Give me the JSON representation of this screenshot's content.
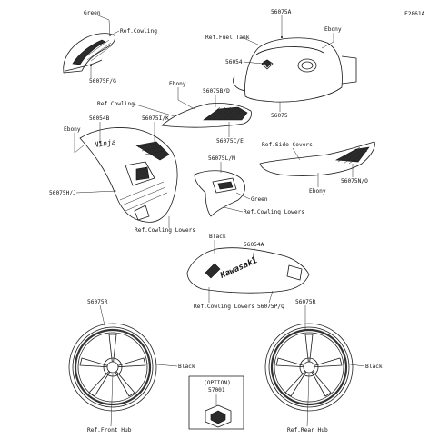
{
  "diagram_code": "F2861A",
  "labels": {
    "green_top": "Green",
    "ref_cowling_top": "Ref.Cowling",
    "p56075FG": "56075F/G",
    "p56075A": "56075A",
    "ref_fuel_tank": "Ref.Fuel Tank",
    "ebony_tank": "Ebony",
    "p56054": "56054",
    "p56075": "56075",
    "ebony_mid": "Ebony",
    "p56075BD": "56075B/D",
    "ref_cowling_mid": "Ref.Cowling",
    "p56075CE": "56075C/E",
    "p56054B": "56054B",
    "p56075IK": "56075I/K",
    "ebony_left": "Ebony",
    "ref_side_covers": "Ref.Side Covers",
    "p56075LM": "56075L/M",
    "p56075HJ": "56075H/J",
    "green_mid": "Green",
    "ref_cowling_lowers_mid": "Ref.Cowling Lowers",
    "ebony_side": "Ebony",
    "p56075NO": "56075N/O",
    "ref_cowling_lowers_left": "Ref.Cowling Lowers",
    "black_lower": "Black",
    "p56054A": "56054A",
    "ref_cowling_lowers_bottom": "Ref.Cowling Lowers",
    "p56075PQ": "56075P/Q",
    "p56075R_left": "56075R",
    "p56075R_right": "56075R",
    "black_left_wheel": "Black",
    "black_right_wheel": "Black",
    "option": "(OPTION)",
    "p57001": "57001",
    "ref_front_hub": "Ref.Front Hub",
    "ref_rear_hub": "Ref.Rear Hub"
  },
  "decal_text": {
    "ninja": "Ninja",
    "kawasaki": "Kawasaki"
  }
}
